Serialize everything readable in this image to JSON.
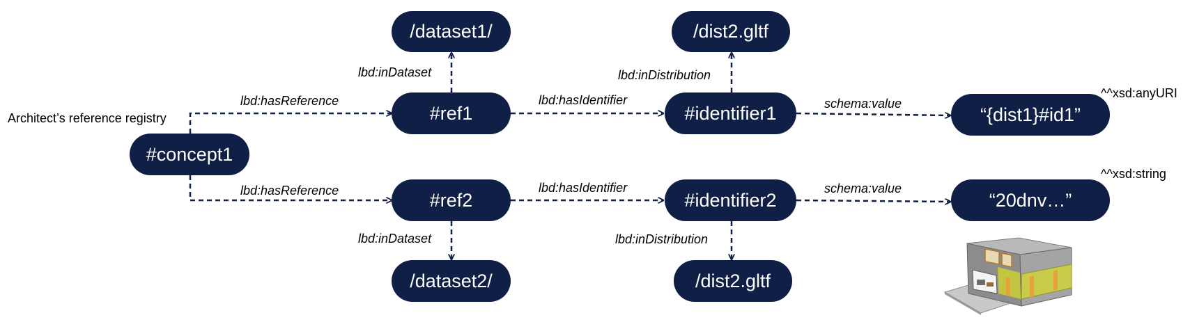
{
  "registry_label": "Architect’s reference registry",
  "nodes": {
    "concept1": "#concept1",
    "ref1": "#ref1",
    "ref2": "#ref2",
    "dataset1": "/dataset1/",
    "dataset2": "/dataset2/",
    "identifier1": "#identifier1",
    "identifier2": "#identifier2",
    "dist_top": "/dist2.gltf",
    "dist_bottom": "/dist2.gltf",
    "value1": "“{dist1}#id1”",
    "value2": "“20dnv…”"
  },
  "edge_labels": {
    "has_reference_top": "lbd:hasReference",
    "has_reference_bottom": "lbd:hasReference",
    "in_dataset_top": "lbd:inDataset",
    "in_dataset_bottom": "lbd:inDataset",
    "has_identifier_top": "lbd:hasIdentifier",
    "has_identifier_bottom": "lbd:hasIdentifier",
    "in_distribution_top": "lbd:inDistribution",
    "in_distribution_bottom": "lbd:inDistribution",
    "value_top": "schema:value",
    "value_bottom": "schema:value"
  },
  "datatypes": {
    "top": "^^xsd:anyURI",
    "bottom": "^^xsd:string"
  },
  "colors": {
    "node_fill": "#0f1f45",
    "node_text": "#ffffff",
    "edge": "#0f1f45"
  }
}
